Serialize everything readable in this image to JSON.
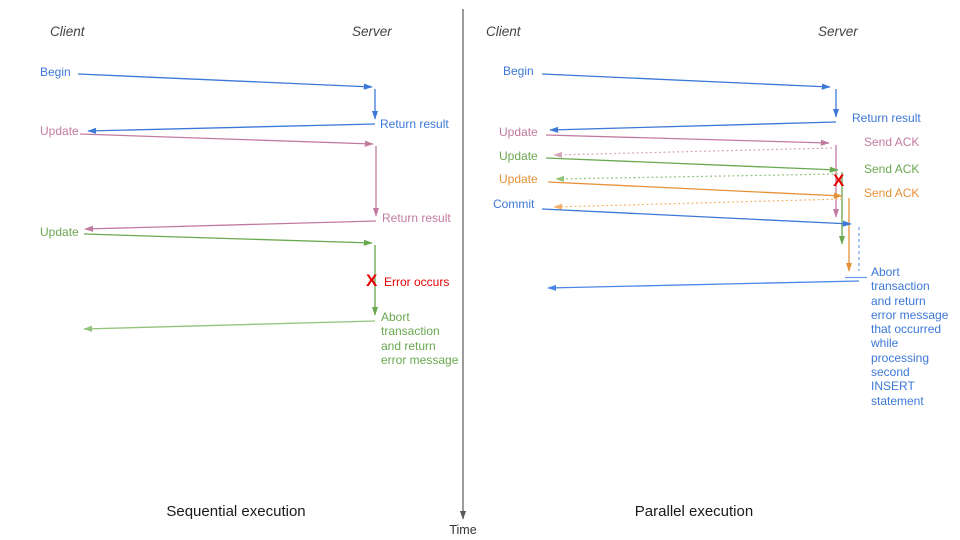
{
  "colors": {
    "blue": "#3c78d8",
    "blue_light": "#6d9eeb",
    "blue_return": "#4a86e8",
    "pink": "#c27ba0",
    "pink_dotted": "#d5a6bd",
    "green": "#6aa84f",
    "green_light": "#93c47d",
    "orange": "#e69138",
    "orange_dotted": "#f6b26b",
    "red": "#e60000",
    "axis_gray": "#595959",
    "heading_gray": "#434343"
  },
  "time_axis": {
    "label": "Time"
  },
  "sequential": {
    "title": "Sequential execution",
    "client": "Client",
    "server": "Server",
    "begin": "Begin",
    "return_result_1": "Return result",
    "update_1": "Update",
    "return_result_2": "Return result",
    "update_2": "Update",
    "error_mark": "X",
    "error_label": "Error occurs",
    "abort_message": "Abort\ntransaction\nand return\nerror message"
  },
  "parallel": {
    "title": "Parallel execution",
    "client": "Client",
    "server": "Server",
    "begin": "Begin",
    "return_result": "Return result",
    "update_1": "Update",
    "send_ack_1": "Send ACK",
    "update_2": "Update",
    "send_ack_2": "Send ACK",
    "update_3": "Update",
    "send_ack_3": "Send ACK",
    "commit": "Commit",
    "error_mark": "X",
    "abort_message": "Abort\ntransaction\nand return\nerror message\nthat occurred\nwhile\nprocessing\nsecond\nINSERT\nstatement"
  }
}
